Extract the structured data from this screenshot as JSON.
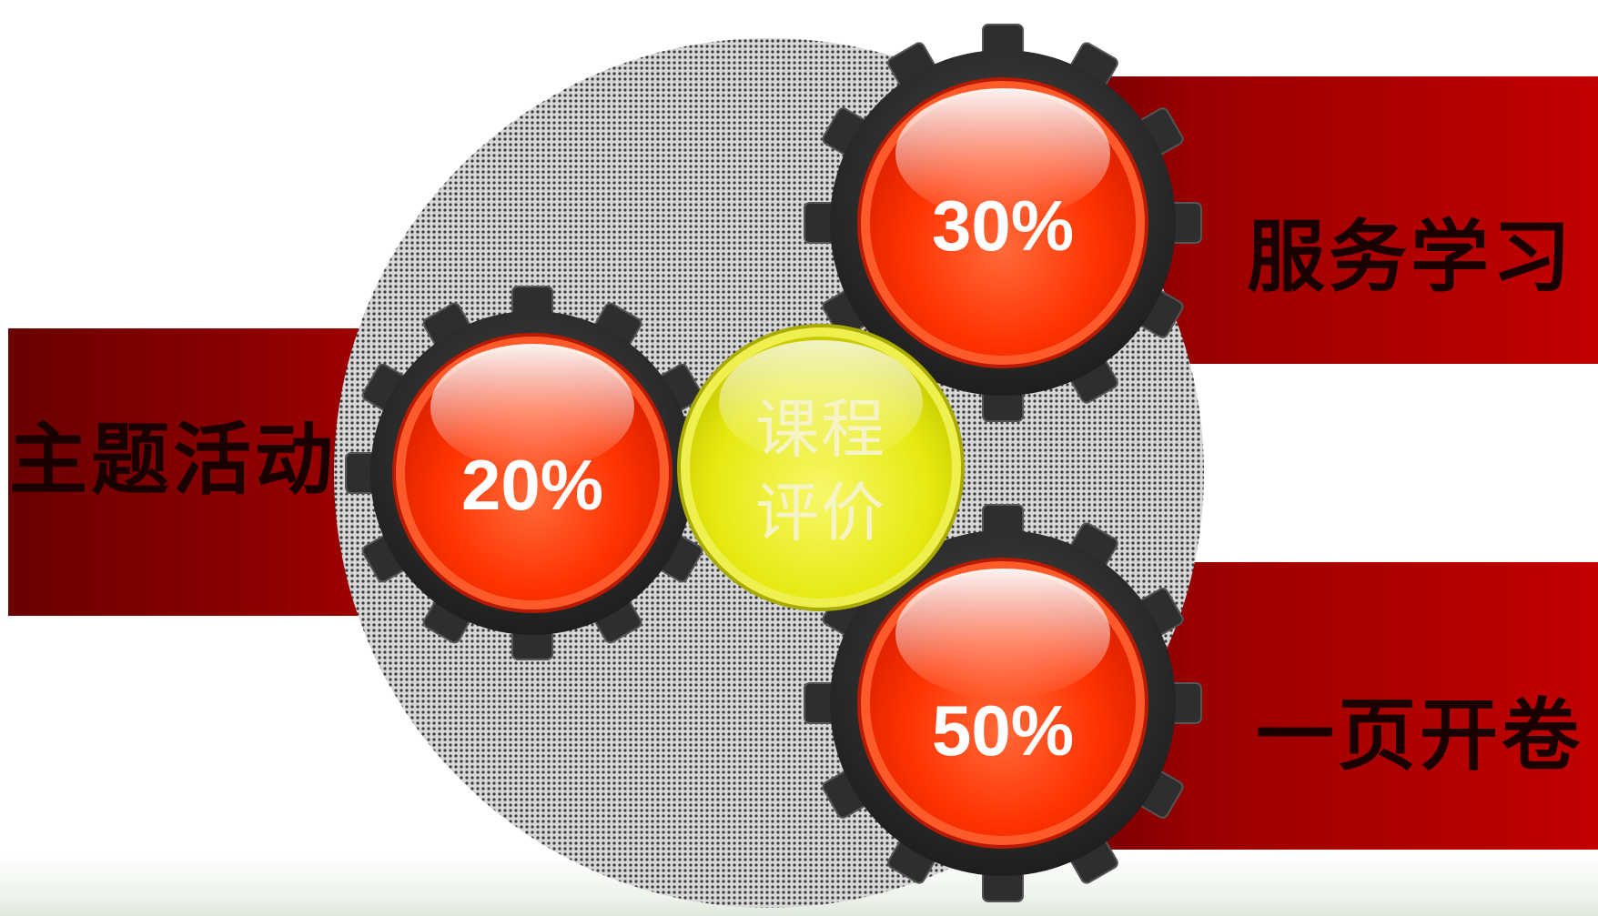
{
  "diagram": {
    "center_label_line1": "课程",
    "center_label_line2": "评价",
    "items": [
      {
        "label": "主题活动",
        "percent": "20%"
      },
      {
        "label": "服务学习",
        "percent": "30%"
      },
      {
        "label": "一页开卷",
        "percent": "50%"
      }
    ]
  },
  "colors": {
    "banner_red": "#bf0000",
    "button_red": "#ff3300",
    "center_yellow": "#e7ea10",
    "gear_dark": "#2b2b2b"
  }
}
